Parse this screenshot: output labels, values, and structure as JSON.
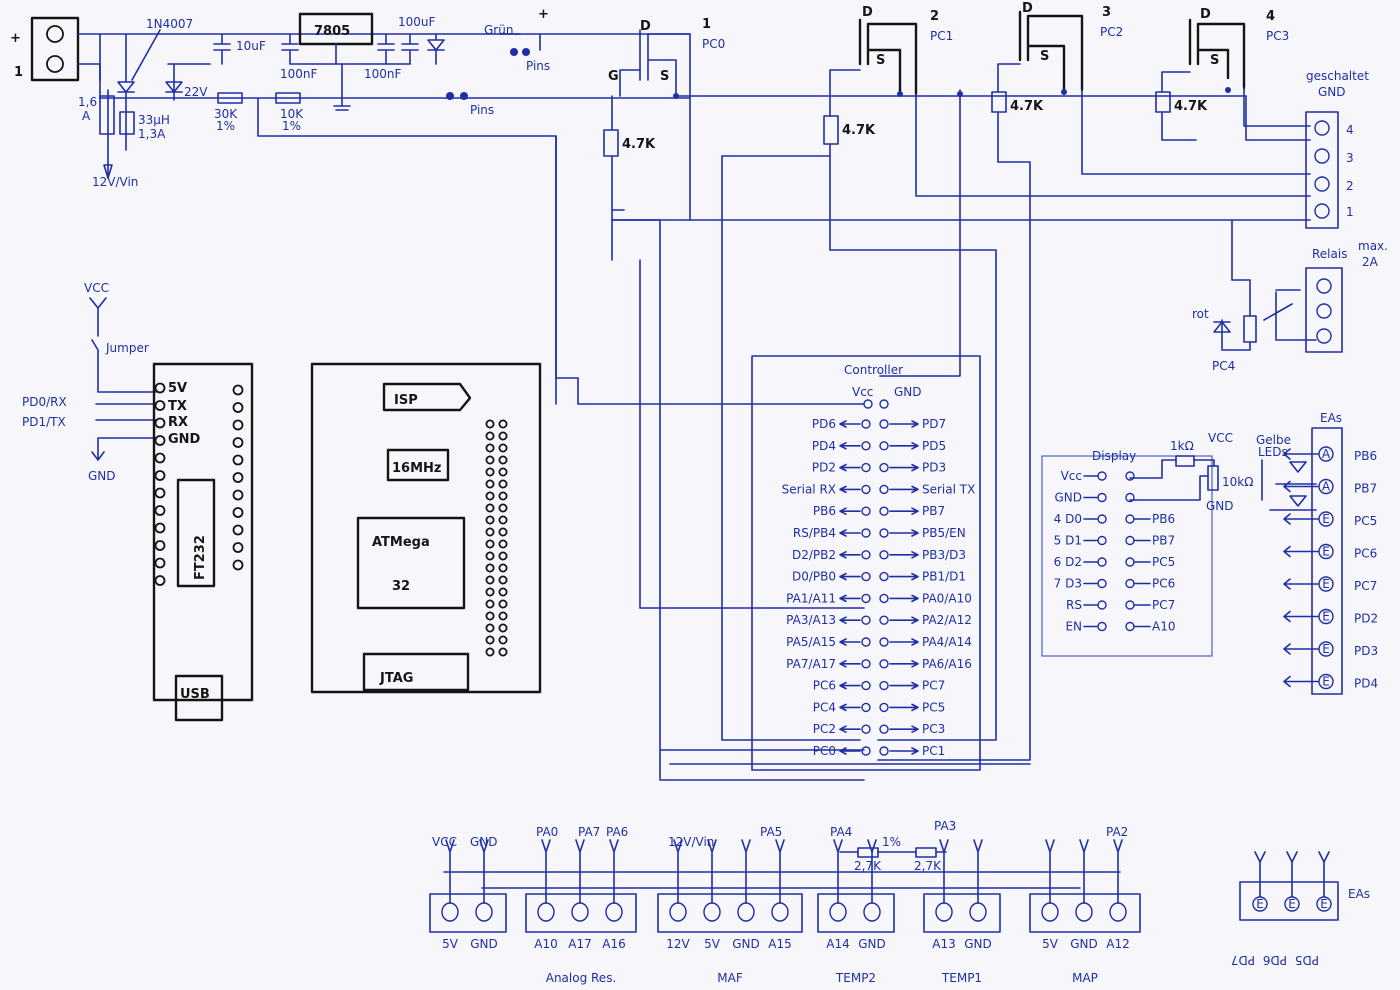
{
  "power": {
    "plus": "+",
    "minus": "-",
    "one": "1",
    "diode": "1N4007",
    "regulator": "7805",
    "cap1": "10uF",
    "cap2": "100uF",
    "cap3": "100nF",
    "cap4": "100nF",
    "gruen": "Grün",
    "plus_rail": "+",
    "pins1": "Pins",
    "pins2": "Pins",
    "zener": "22V",
    "r1": "30K",
    "r1tol": "1%",
    "r2": "10K",
    "r2tol": "1%",
    "fuse_val": "1,6",
    "fuse_unit": "A",
    "inductor": "33µH",
    "inductor_a": "1,3A",
    "vin": "12V/Vin"
  },
  "fets": [
    {
      "num": "1",
      "port": "PC0",
      "d": "D",
      "s": "S",
      "g": "G",
      "r": "4.7K"
    },
    {
      "num": "2",
      "port": "PC1",
      "d": "D",
      "s": "S",
      "r": "4.7K"
    },
    {
      "num": "3",
      "port": "PC2",
      "d": "D",
      "s": "S",
      "r": "4.7K"
    },
    {
      "num": "4",
      "port": "PC3",
      "d": "D",
      "s": "S",
      "r": "4.7K"
    }
  ],
  "switched": {
    "label": "geschaltet",
    "gnd": "GND",
    "pins": [
      "4",
      "3",
      "2",
      "1"
    ]
  },
  "relay": {
    "label": "Relais",
    "max": "max.",
    "amp": "2A",
    "led": "rot",
    "port": "PC4"
  },
  "ft232": {
    "vcc": "VCC",
    "jumper": "Jumper",
    "pd0": "PD0/RX",
    "pd1": "PD1/TX",
    "gnd": "GND",
    "pin_5v": "5V",
    "pin_tx": "TX",
    "pin_rx": "RX",
    "pin_gnd": "GND",
    "chip": "FT232",
    "usb": "USB"
  },
  "board": {
    "isp": "ISP",
    "clock": "16MHz",
    "mcu1": "ATMega",
    "mcu2": "32",
    "jtag": "JTAG"
  },
  "controller": {
    "title": "Controller",
    "vcc": "Vcc",
    "gnd": "GND",
    "rows": [
      {
        "l": "PD6",
        "r": "PD7"
      },
      {
        "l": "PD4",
        "r": "PD5"
      },
      {
        "l": "PD2",
        "r": "PD3"
      },
      {
        "l": "Serial RX",
        "r": "Serial TX"
      },
      {
        "l": "PB6",
        "r": "PB7"
      },
      {
        "l": "RS/PB4",
        "r": "PB5/EN"
      },
      {
        "l": "D2/PB2",
        "r": "PB3/D3"
      },
      {
        "l": "D0/PB0",
        "r": "PB1/D1"
      },
      {
        "l": "PA1/A11",
        "r": "PA0/A10"
      },
      {
        "l": "PA3/A13",
        "r": "PA2/A12"
      },
      {
        "l": "PA5/A15",
        "r": "PA4/A14"
      },
      {
        "l": "PA7/A17",
        "r": "PA6/A16"
      },
      {
        "l": "PC6",
        "r": "PC7"
      },
      {
        "l": "PC4",
        "r": "PC5"
      },
      {
        "l": "PC2",
        "r": "PC3"
      },
      {
        "l": "PC0",
        "r": "PC1"
      }
    ]
  },
  "display": {
    "title": "Display",
    "r": "1kΩ",
    "vcc": "VCC",
    "pot": "10kΩ",
    "gnd": "GND",
    "rows": [
      {
        "l": "Vcc",
        "r": ""
      },
      {
        "l": "GND",
        "r": ""
      },
      {
        "l": "4 D0",
        "r": "PB6"
      },
      {
        "l": "5 D1",
        "r": "PB7"
      },
      {
        "l": "6 D2",
        "r": "PC5"
      },
      {
        "l": "7 D3",
        "r": "PC6"
      },
      {
        "l": "RS",
        "r": "PC7"
      },
      {
        "l": "EN",
        "r": "A10"
      }
    ]
  },
  "leds": {
    "label1": "Gelbe",
    "label2": "LEDs"
  },
  "eas": {
    "title": "EAs",
    "rows": [
      {
        "pin": "A",
        "port": "PB6"
      },
      {
        "pin": "A",
        "port": "PB7"
      },
      {
        "pin": "E",
        "port": "PC5"
      },
      {
        "pin": "E",
        "port": "PC6"
      },
      {
        "pin": "E",
        "port": "PC7"
      },
      {
        "pin": "E",
        "port": "PD2"
      },
      {
        "pin": "E",
        "port": "PD3"
      },
      {
        "pin": "E",
        "port": "PD4"
      }
    ]
  },
  "connectors": {
    "vcc": "VCC",
    "gnd": "GND",
    "pa0": "PA0",
    "pa7": "PA7",
    "pa6": "PA6",
    "vin": "12V/Vin",
    "pa5": "PA5",
    "pa4": "PA4",
    "pa3": "PA3",
    "pa2": "PA2",
    "r_tol": "1%",
    "r_a": "2,7K",
    "r_b": "2,7K",
    "c1": [
      "5V",
      "GND"
    ],
    "c1_name": "",
    "c2": [
      "A10",
      "A17",
      "A16"
    ],
    "c2_name": "Analog Res.",
    "c3": [
      "12V",
      "5V",
      "GND",
      "A15"
    ],
    "c3_name": "MAF",
    "c4": [
      "A14",
      "GND"
    ],
    "c4_name": "TEMP2",
    "c5": [
      "A13",
      "GND"
    ],
    "c5_name": "TEMP1",
    "c6": [
      "5V",
      "GND",
      "A12"
    ],
    "c6_name": "MAP"
  },
  "eas2": {
    "title": "EAs",
    "pins": [
      "E",
      "E",
      "E"
    ],
    "ports": [
      "PD7",
      "PD6",
      "PD5"
    ]
  }
}
